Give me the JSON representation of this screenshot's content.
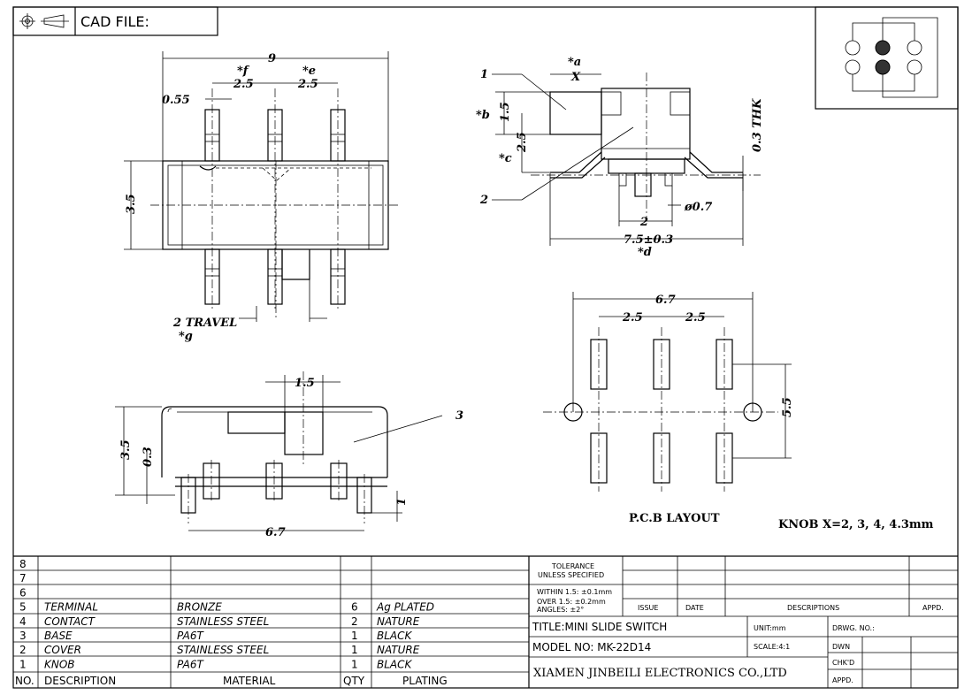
{
  "header": {
    "cad_file_label": "CAD FILE:"
  },
  "top_view": {
    "dim_total": "9",
    "dim_f": "2.5",
    "dim_e": "2.5",
    "dim_offset": "0.55",
    "tag_f": "*f",
    "tag_e": "*e",
    "dim_height": "3.5",
    "travel": "2 TRAVEL",
    "tag_g": "*g"
  },
  "side_view": {
    "callout_1": "1",
    "callout_2": "2",
    "tag_a": "*a",
    "dim_x": "X",
    "tag_b": "*b",
    "dim_b": "1.5",
    "tag_c": "*c",
    "dim_c": "2.5",
    "thk": "0.3 THK",
    "dim_pitch": "2",
    "dim_pin": "ø0.7",
    "dim_width": "7.5±0.3",
    "tag_d": "*d"
  },
  "front_view": {
    "dim_knob": "1.5",
    "callout_3": "3",
    "dim_height": "3.5",
    "dim_03": "0.3",
    "dim_1": "1",
    "dim_pitch_total": "6.7"
  },
  "pcb_layout": {
    "dim_total": "6.7",
    "dim_a": "2.5",
    "dim_b": "2.5",
    "dim_h": "5.5",
    "title": "P.C.B LAYOUT"
  },
  "knob_note": "KNOB X=2, 3, 4, 4.3mm",
  "bom": {
    "rows": [
      {
        "no": "8",
        "desc": "",
        "mat": "",
        "qty": "",
        "plat": ""
      },
      {
        "no": "7",
        "desc": "",
        "mat": "",
        "qty": "",
        "plat": ""
      },
      {
        "no": "6",
        "desc": "",
        "mat": "",
        "qty": "",
        "plat": ""
      },
      {
        "no": "5",
        "desc": "TERMINAL",
        "mat": "BRONZE",
        "qty": "6",
        "plat": "Ag PLATED"
      },
      {
        "no": "4",
        "desc": "CONTACT",
        "mat": "STAINLESS STEEL",
        "qty": "2",
        "plat": "NATURE"
      },
      {
        "no": "3",
        "desc": "BASE",
        "mat": "PA6T",
        "qty": "1",
        "plat": "BLACK"
      },
      {
        "no": "2",
        "desc": "COVER",
        "mat": "STAINLESS STEEL",
        "qty": "1",
        "plat": "NATURE"
      },
      {
        "no": "1",
        "desc": "KNOB",
        "mat": "PA6T",
        "qty": "1",
        "plat": "BLACK"
      }
    ],
    "header": {
      "no": "NO.",
      "desc": "DESCRIPTION",
      "mat": "MATERIAL",
      "qty": "QTY",
      "plat": "PLATING"
    }
  },
  "title_block": {
    "tol1": "TOLERANCE",
    "tol2": "UNLESS SPECIFIED",
    "within": "WITHIN 1.5: ±0.1mm",
    "over": "OVER 1.5:  ±0.2mm",
    "angles": "ANGLES: ±2°",
    "issue": "ISSUE",
    "date": "DATE",
    "descriptions": "DESCRIPTIONS",
    "appd_h": "APPD.",
    "title": "TITLE:MINI SLIDE SWITCH",
    "unit": "UNIT:mm",
    "drwg": "DRWG. NO.:",
    "model": "MODEL NO: MK-22D14",
    "scale": "SCALE:4:1",
    "dwn": "DWN",
    "chkd": "CHK'D",
    "company": "XIAMEN JINBEILI ELECTRONICS CO.,LTD",
    "appd": "APPD."
  }
}
